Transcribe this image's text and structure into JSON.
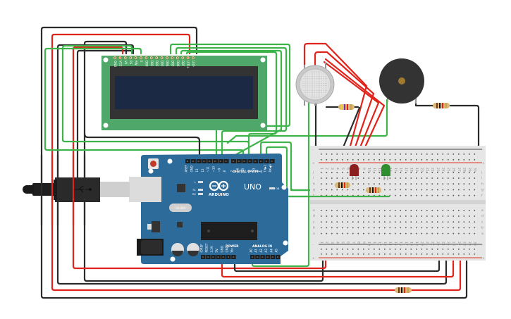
{
  "diagram": {
    "type": "circuit-breadboard-schematic",
    "components": {
      "lcd": {
        "name": "16x2 LCD",
        "pins": [
          "GND",
          "VCC",
          "V0",
          "RS",
          "RW",
          "E",
          "DB0",
          "DB1",
          "DB2",
          "DB3",
          "DB4",
          "DB5",
          "DB6",
          "DB7",
          "LED+",
          "LED-"
        ]
      },
      "arduino": {
        "brand": "ARDUINO",
        "model": "UNO",
        "digital_header_label": "DIGITAL (PWM~)",
        "digital_pins": [
          "AREF",
          "GND",
          "13",
          "12",
          "~11",
          "~10",
          "~9",
          "8",
          "7",
          "~6",
          "~5",
          "4",
          "~3",
          "2",
          "TX▶1",
          "RX◀0"
        ],
        "power_header_label": "POWER",
        "power_pins": [
          "IOREF",
          "RESET",
          "3.3V",
          "5V",
          "GND",
          "GND",
          "Vin"
        ],
        "analog_header_label": "ANALOG IN",
        "analog_pins": [
          "A0",
          "A1",
          "A2",
          "A3",
          "A4",
          "A5"
        ],
        "led_labels": [
          "L",
          "TX",
          "RX",
          "ON"
        ],
        "crystal_label": "16.000"
      },
      "gas_sensor": {
        "name": "Gas Sensor"
      },
      "buzzer": {
        "name": "Piezo Buzzer"
      },
      "leds": [
        {
          "color": "red"
        },
        {
          "color": "green"
        }
      ],
      "resistors": 5,
      "usb_cable": {
        "name": "USB cable"
      },
      "breadboard": {
        "rows_top": [
          "j",
          "i",
          "h",
          "g",
          "f"
        ],
        "rows_bottom": [
          "e",
          "d",
          "c",
          "b",
          "a"
        ],
        "columns": 30,
        "rail_plus": "+",
        "rail_minus": "-"
      }
    },
    "colors": {
      "wire_red": "#e0231b",
      "wire_black": "#2b2b2b",
      "wire_green": "#3db34a",
      "arduino_blue": "#2d6b9a",
      "lcd_green": "#4fa86a",
      "lcd_screen": "#1c2945",
      "breadboard": "#e6e6e6"
    }
  }
}
